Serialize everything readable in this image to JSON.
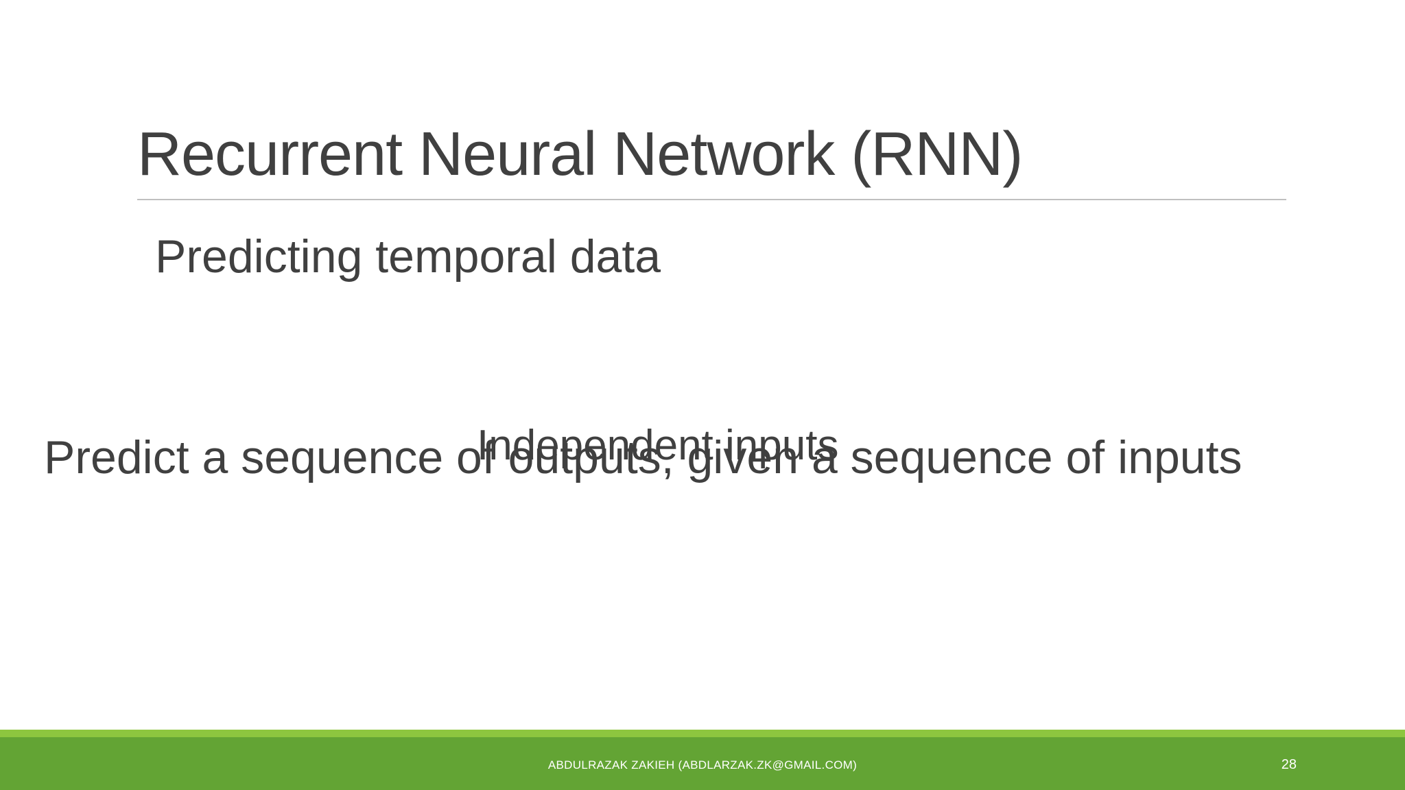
{
  "slide": {
    "title": "Recurrent Neural Network (RNN)",
    "subtitle": "Predicting temporal data",
    "overlay_text": "Independent inputs",
    "body_text": "Predict a sequence of outputs, given a sequence of inputs",
    "footer_text": "ABDULRAZAK ZAKIEH (ABDLARZAK.ZK@GMAIL.COM)",
    "page_number": "28"
  },
  "colors": {
    "text": "#404040",
    "footer_green": "#63a434",
    "footer_accent": "#8dc63f",
    "rule": "#bfbfbf"
  }
}
